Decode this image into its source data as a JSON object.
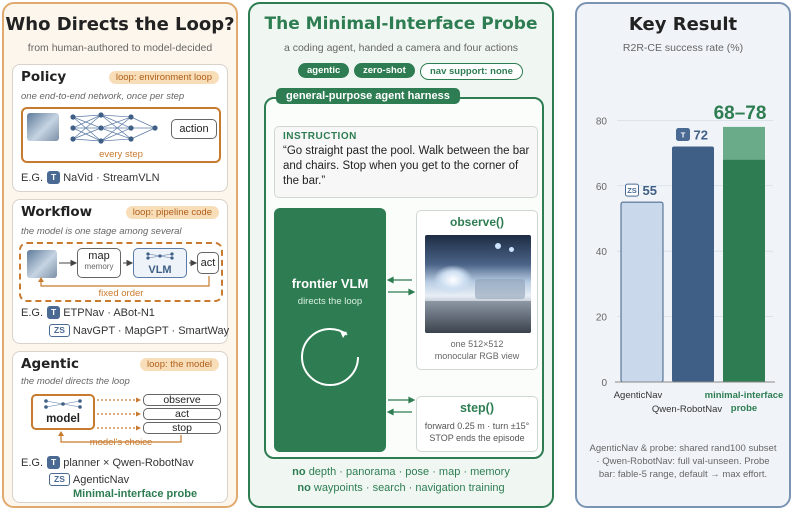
{
  "left": {
    "title": "Who Directs the Loop?",
    "subtitle": "from human-authored to model-decided",
    "policy": {
      "title": "Policy",
      "badge": "loop: environment loop",
      "desc": "one end-to-end network, once per step",
      "action": "action",
      "loop_label": "every step",
      "eg": "E.G.",
      "tag": "T",
      "examples": "NaVid · StreamVLN"
    },
    "workflow": {
      "title": "Workflow",
      "badge": "loop: pipeline code",
      "desc": "the model is one stage among several",
      "map": "map",
      "memory": "memory",
      "vlm": "VLM",
      "act": "act",
      "loop_label": "fixed order",
      "eg": "E.G.",
      "tag1": "T",
      "examples1": "ETPNav · ABot-N1",
      "tag2": "ZS",
      "examples2": "NavGPT · MapGPT · SmartWay"
    },
    "agentic": {
      "title": "Agentic",
      "badge": "loop: the model",
      "desc": "the model directs the loop",
      "model": "model",
      "observe": "observe",
      "act": "act",
      "stop": "stop",
      "loop_label": "model's choice",
      "eg": "E.G.",
      "tag1": "T",
      "examples1": "planner × Qwen-RobotNav",
      "tag2": "ZS",
      "examples2": "AgenticNav",
      "examples3": "Minimal-interface probe"
    }
  },
  "middle": {
    "title": "The Minimal-Interface Probe",
    "subtitle": "a coding agent, handed a camera and four actions",
    "pills": [
      "agentic",
      "zero-shot",
      "nav support: none"
    ],
    "harness": "general-purpose agent harness",
    "instruction_label": "INSTRUCTION",
    "instruction": "“Go straight past the pool. Walk between the bar and chairs. Stop when you get to the corner of the bar.”",
    "vlm_title": "frontier VLM",
    "vlm_sub": "directs the loop",
    "observe_title": "observe()",
    "observe_cap1": "one 512×512",
    "observe_cap2": "monocular RGB view",
    "step_title": "step()",
    "step_line1": "forward 0.25 m · turn ±15°",
    "step_line2": "STOP ends the episode",
    "foot1_no": "no",
    "foot1": "depth · panorama · pose · map · memory",
    "foot2_no": "no",
    "foot2": "waypoints · search · navigation training"
  },
  "right": {
    "title": "Key Result",
    "subtitle": "R2R-CE success rate (%)",
    "big_value": "68–78",
    "caption": "AgenticNav & probe: shared rand100 subset · Qwen-RobotNav: full val-unseen. Probe bar: fable-5 range, default → max effort."
  },
  "chart_data": {
    "type": "bar",
    "title": "Key Result",
    "ylabel": "R2R-CE success rate (%)",
    "ylim": [
      0,
      85
    ],
    "yticks": [
      0,
      20,
      40,
      60,
      80
    ],
    "categories": [
      "AgenticNav",
      "Qwen-RobotNav",
      "minimal-interface probe"
    ],
    "bars": [
      {
        "category": "AgenticNav",
        "value": 55,
        "tag": "ZS",
        "label": "55",
        "color": "#c9d9eb"
      },
      {
        "category": "Qwen-RobotNav",
        "value": 72,
        "tag": "T",
        "label": "72",
        "color": "#3f5f86"
      },
      {
        "category": "minimal-interface probe",
        "low": 68,
        "high": 78,
        "label": "68–78",
        "color": "#2e7d52",
        "range_color": "#6aab8a"
      }
    ]
  }
}
